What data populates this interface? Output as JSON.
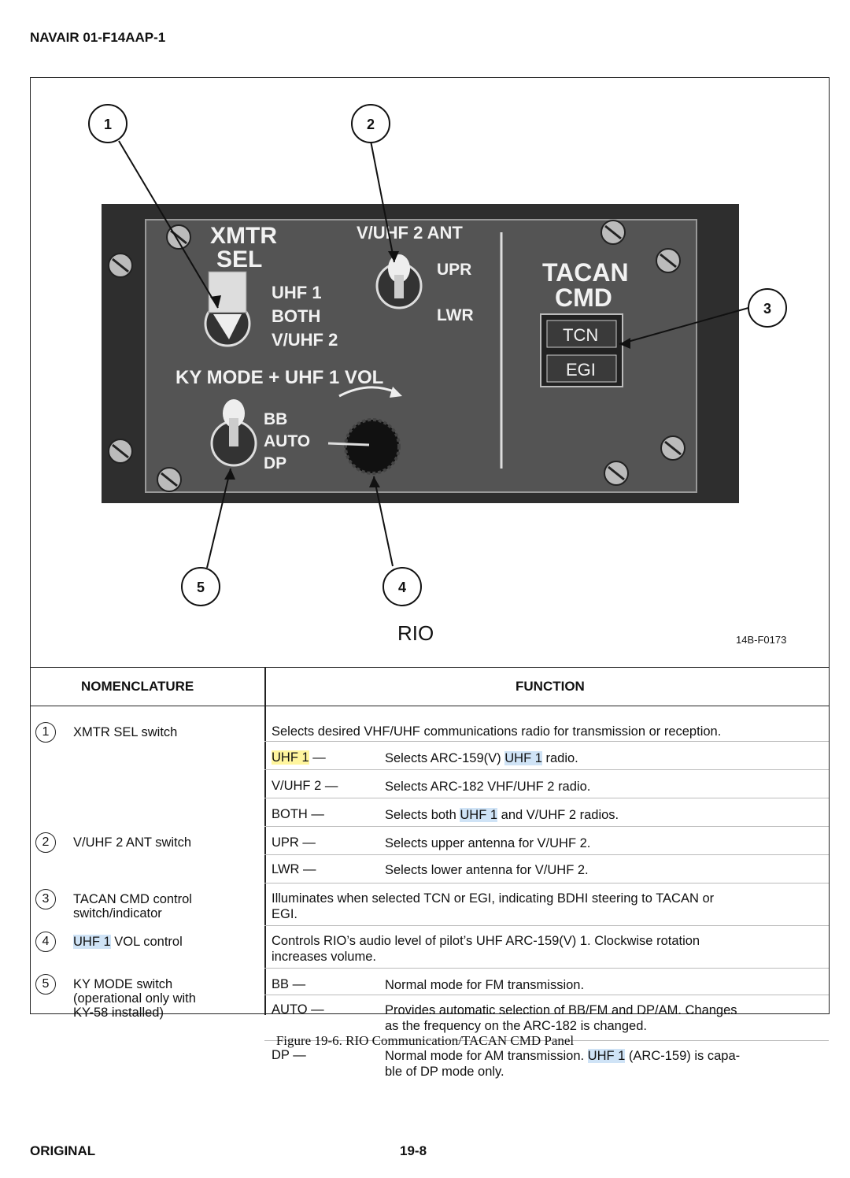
{
  "header": {
    "doc_id": "NAVAIR 01-F14AAP-1"
  },
  "figure": {
    "callouts": [
      "1",
      "2",
      "3",
      "4",
      "5"
    ],
    "panel_labels": {
      "xmtr": "XMTR",
      "sel": "SEL",
      "uhf1": "UHF 1",
      "both": "BOTH",
      "vuhf2": "V/UHF 2",
      "ant_title": "V/UHF 2 ANT",
      "upr": "UPR",
      "lwr": "LWR",
      "tacan": "TACAN",
      "cmd": "CMD",
      "tcn": "TCN",
      "egi": "EGI",
      "ky_title": "KY MODE + UHF 1 VOL",
      "bb": "BB",
      "auto": "AUTO",
      "dp": "DP"
    },
    "station": "RIO",
    "figure_id": "14B-F0173"
  },
  "table": {
    "headers": {
      "nomenclature": "NOMENCLATURE",
      "function": "FUNCTION"
    },
    "rows": {
      "r1": {
        "num": "1",
        "name": "XMTR SEL switch",
        "function": "Selects desired VHF/UHF communications radio for transmission or reception.",
        "items": [
          {
            "key_hl": "UHF 1",
            "key_rest": " —",
            "desc_a": "Selects ARC-159(V) ",
            "desc_hl": "UHF 1",
            "desc_b": " radio."
          },
          {
            "key": "V/UHF 2 —",
            "desc": "Selects ARC-182 VHF/UHF 2 radio."
          },
          {
            "key": "BOTH —",
            "desc_a": "Selects both ",
            "desc_hl": "UHF 1",
            "desc_b": " and V/UHF 2 radios."
          }
        ]
      },
      "r2": {
        "num": "2",
        "name": "V/UHF 2 ANT switch",
        "items": [
          {
            "key": "UPR —",
            "desc": "Selects upper antenna for V/UHF 2."
          },
          {
            "key": "LWR —",
            "desc": "Selects lower antenna for V/UHF 2."
          }
        ]
      },
      "r3": {
        "num": "3",
        "name_l1": "TACAN CMD control",
        "name_l2": "switch/indicator",
        "function_l1": "Illuminates when selected TCN or EGI, indicating BDHI steering to TACAN or",
        "function_l2": "EGI."
      },
      "r4": {
        "num": "4",
        "name_hl": "UHF 1",
        "name_rest": " VOL control",
        "function_l1": "Controls RIO’s audio level of pilot’s UHF ARC-159(V) 1. Clockwise rotation",
        "function_l2": "increases volume."
      },
      "r5": {
        "num": "5",
        "name_l1": "KY MODE switch",
        "name_l2": "(operational only with",
        "name_l3": "KY-58 installed)",
        "items": [
          {
            "key": "BB —",
            "desc": "Normal mode for FM transmission."
          },
          {
            "key": "AUTO —",
            "desc_l1": "Provides automatic selection of BB/FM and DP/AM. Changes",
            "desc_l2": "as the frequency on the ARC-182 is changed."
          },
          {
            "key": "DP —",
            "desc_l1a": "Normal mode for AM transmission. ",
            "desc_l1hl": "UHF 1",
            "desc_l1b": " (ARC-159) is capa-",
            "desc_l2": "ble of DP mode only."
          }
        ]
      }
    }
  },
  "caption": "Figure 19-6.  RIO Communication/TACAN CMD Panel",
  "footer": {
    "left": "ORIGINAL",
    "page": "19-8"
  }
}
